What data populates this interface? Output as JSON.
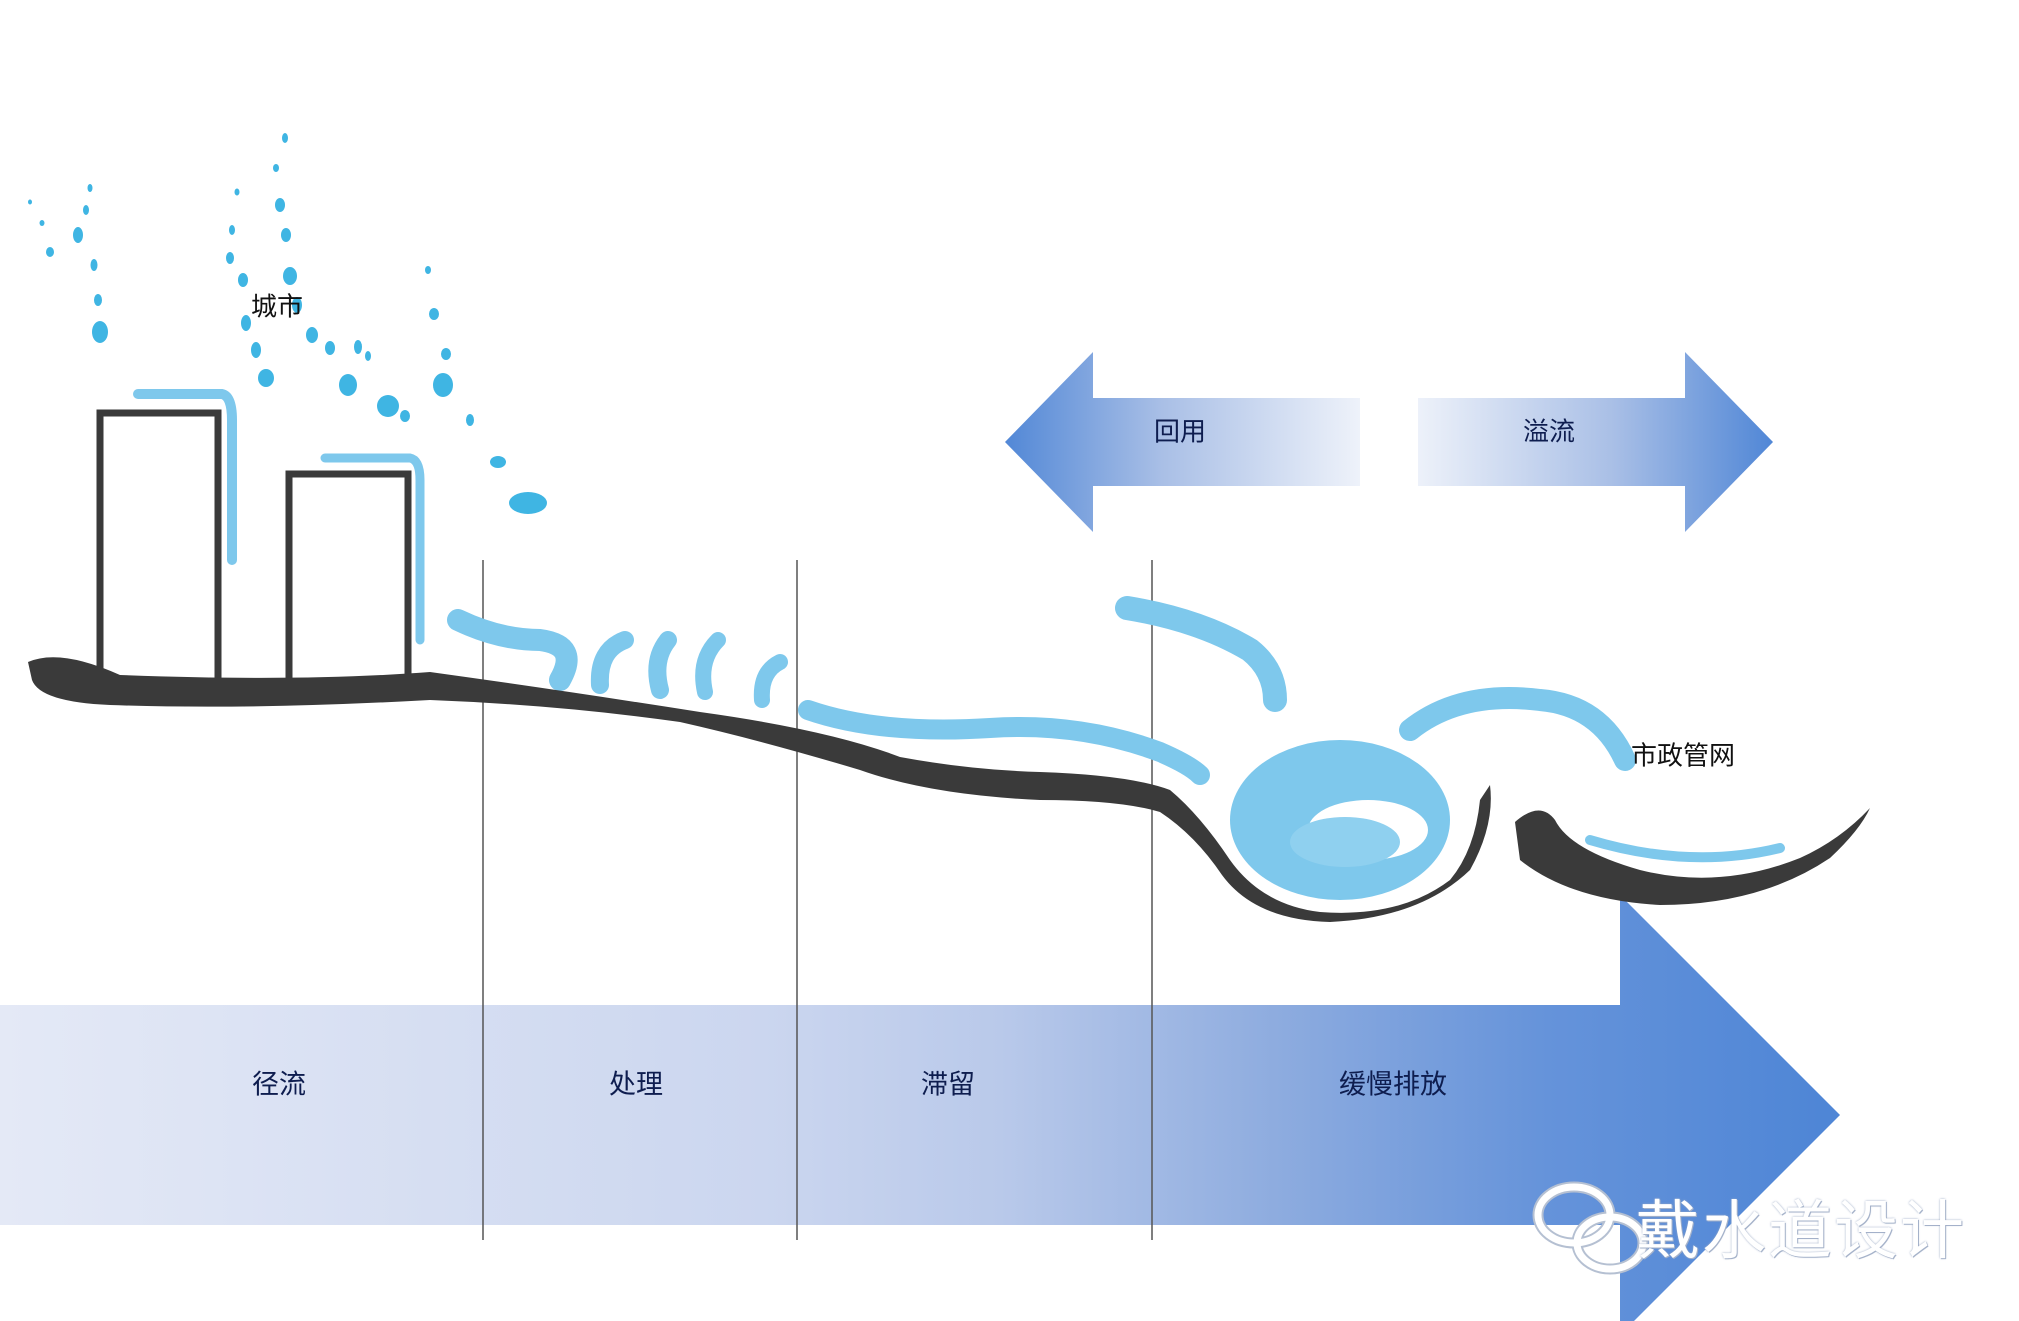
{
  "labels": {
    "city": "城市",
    "municipal_network": "市政管网"
  },
  "stages": [
    "径流",
    "处理",
    "滞留",
    "缓慢排放"
  ],
  "top_arrows": {
    "reuse": "回用",
    "overflow": "溢流"
  },
  "watermark": {
    "text": "戴水道设计",
    "icon": "wechat-icon"
  },
  "colors": {
    "arrow_light": "#e3e8f5",
    "arrow_mid": "#c6d3ee",
    "arrow_dark": "#5b8fd8",
    "water": "#7ec8ec",
    "rain": "#3fb5e3",
    "ground": "#3a3a3a",
    "divider": "#555555"
  }
}
